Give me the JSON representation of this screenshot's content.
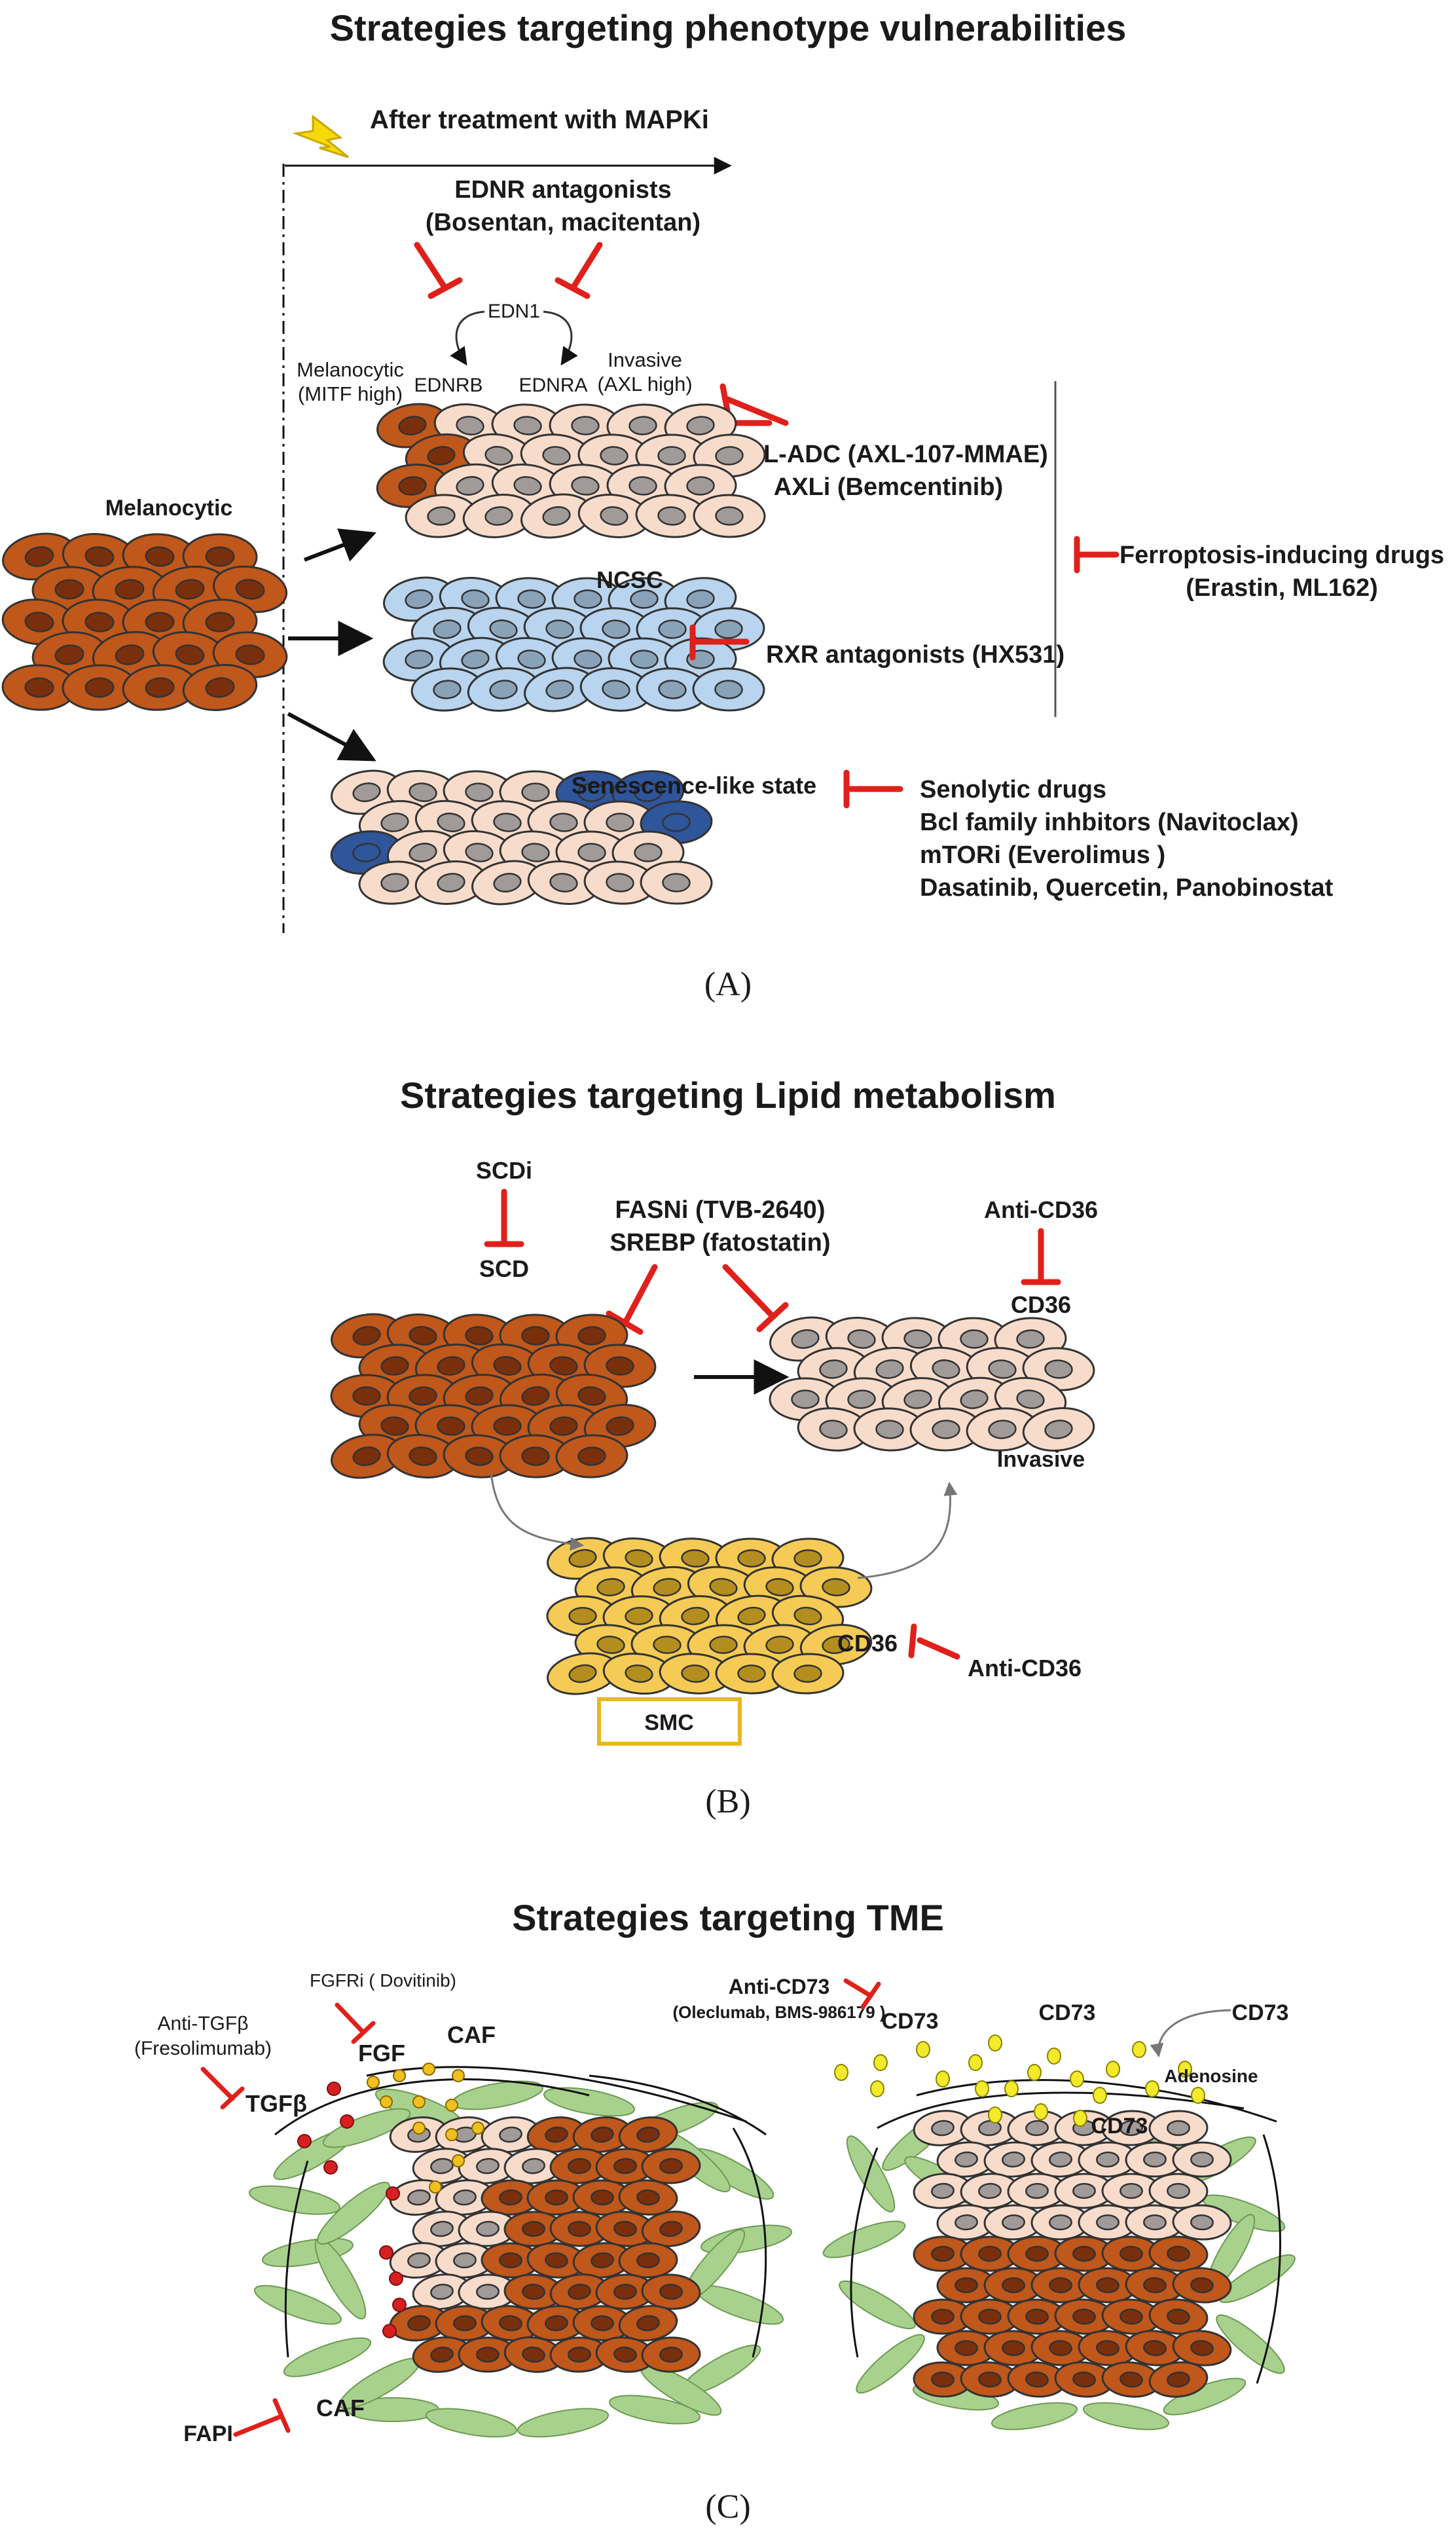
{
  "panelA": {
    "title": "Strategies targeting phenotype vulnerabilities",
    "after_treatment": "After treatment with MAPKi",
    "ednr_antagonists": "EDNR antagonists",
    "ednr_drugs": "(Bosentan, macitentan)",
    "edn1": "EDN1",
    "melanocytic_high": "Melanocytic",
    "melanocytic_high_sub": "(MITF high)",
    "ednrb": "EDNRB",
    "ednra": "EDNRA",
    "invasive": "Invasive",
    "invasive_sub": "(AXL high)",
    "axl_adc": "AXL-ADC (AXL-107-MMAE)",
    "axli": "AXLi (Bemcentinib)",
    "melanocytic": "Melanocytic",
    "ncsc": "NCSC",
    "rxr": "RXR antagonists (HX531)",
    "ferroptosis": "Ferroptosis-inducing drugs",
    "ferroptosis_drugs": "(Erastin, ML162)",
    "senescence": "Senescence-like state",
    "senolytic": "Senolytic drugs",
    "bcl": "Bcl family inhbitors (Navitoclax)",
    "mtori": "mTORi (Everolimus )",
    "dasatinib": "Dasatinib, Quercetin, Panobinostat",
    "caption": "(A)"
  },
  "panelB": {
    "title": "Strategies targeting Lipid metabolism",
    "scdi": "SCDi",
    "scd": "SCD",
    "fasni": "FASNi (TVB-2640)",
    "srebp": "SREBP (fatostatin)",
    "anti_cd36_top": "Anti-CD36",
    "cd36_top": "CD36",
    "invasive": "Invasive",
    "cd36_bottom": "CD36",
    "anti_cd36_bottom": "Anti-CD36",
    "smc": "SMC",
    "caption": "(B)"
  },
  "panelC": {
    "title": "Strategies targeting TME",
    "fgfri": "FGFRi ( Dovitinib)",
    "fgf": "FGF",
    "caf_top": "CAF",
    "anti_tgfb": "Anti-TGFβ",
    "fresolimumab": "(Fresolimumab)",
    "tgfb": "TGFβ",
    "fapi": "FAPI",
    "caf_bottom": "CAF",
    "anti_cd73": "Anti-CD73",
    "anti_cd73_drugs": "(Oleclumab, BMS-986179 )",
    "cd73_1": "CD73",
    "cd73_2": "CD73",
    "cd73_3": "CD73",
    "cd73_4": "CD73",
    "adenosine": "Adenosine",
    "caption": "(C)"
  },
  "colors": {
    "melanocytic": "#c0571b",
    "invasive": "#f8dccb",
    "ncsc": "#b8d4ee",
    "senescent_dark": "#2f559a",
    "smc": "#f5cb55",
    "caf": "#a9d18e",
    "inhibitor": "#e0201b",
    "tgfb_dot": "#d62020",
    "fgf_dot": "#f0c020",
    "cd73_dot": "#f2ea2a"
  }
}
